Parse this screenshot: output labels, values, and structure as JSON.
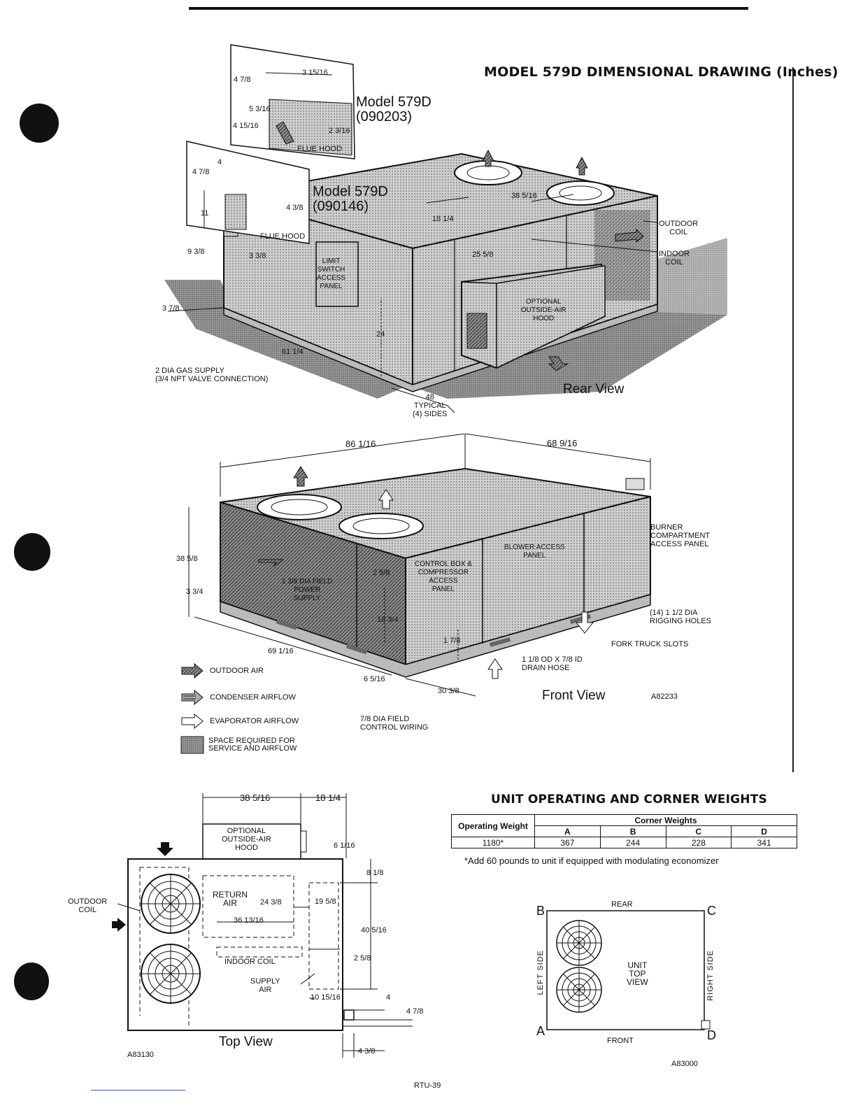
{
  "page": {
    "title": "MODEL 579D DIMENSIONAL DRAWING (Inches)",
    "page_number": "RTU-39"
  },
  "rear_view": {
    "view_title": "Rear View",
    "model_a_line1": "Model 579D",
    "model_a_line2": "(090203)",
    "model_b_line1": "Model 579D",
    "model_b_line2": "(090146)",
    "flue_hood": "FLUE HOOD",
    "flue_hood_2": "FLUE HOOD",
    "limit_switch_panel": [
      "LIMIT",
      "SWITCH",
      "ACCESS",
      "PANEL"
    ],
    "outdoor_coil": [
      "OUTDOOR",
      "COIL"
    ],
    "indoor_coil": [
      "INDOOR",
      "COIL"
    ],
    "optional_hood": [
      "OPTIONAL",
      "OUTSIDE-AIR",
      "HOOD"
    ],
    "gas_supply": [
      "2 DIA GAS SUPPLY",
      "(3/4 NPT VALVE CONNECTION)"
    ],
    "typical_sides": [
      "48",
      "TYPICAL",
      "(4) SIDES"
    ],
    "dims": {
      "d1": "4 7/8",
      "d2": "3 15/16",
      "d3": "5 3/16",
      "d4": "4 15/16",
      "d5": "2 3/16",
      "d6": "4",
      "d7": "4 7/8",
      "d8": "11",
      "d9": "4 3/8",
      "d10": "3 3/8",
      "d11": "9 3/8",
      "d12": "3 7/8",
      "d13": "61 1/4",
      "d14": "18 1/4",
      "d15": "38 5/16",
      "d16": "25 5/8",
      "d17": "24"
    }
  },
  "front_view": {
    "view_title": "Front View",
    "code": "A82233",
    "burner_panel": [
      "BURNER",
      "COMPARTMENT",
      "ACCESS PANEL"
    ],
    "blower_panel": [
      "BLOWER ACCESS",
      "PANEL"
    ],
    "control_panel": [
      "CONTROL BOX &",
      "COMPRESSOR",
      "ACCESS",
      "PANEL"
    ],
    "field_power": [
      "1 3/8 DIA FIELD",
      "POWER",
      "SUPPLY"
    ],
    "rigging": [
      "(14) 1 1/2 DIA",
      "RIGGING HOLES"
    ],
    "fork_truck": "FORK TRUCK SLOTS",
    "drain_hose": [
      "1 1/8 OD x 7/8 ID",
      "DRAIN HOSE"
    ],
    "control_wiring": [
      "7/8 DIA FIELD",
      "CONTROL WIRING"
    ],
    "dims": {
      "w1": "86 1/16",
      "w2": "68 9/16",
      "h1": "38 5/8",
      "h2": "3 3/4",
      "d1": "2 5/8",
      "d2": "18 3/4",
      "d3": "1 7/8",
      "d4": "69 1/16",
      "d5": "6 5/16",
      "d6": "30 3/8"
    }
  },
  "legend": [
    {
      "label": "OUTDOOR AIR",
      "icon": "outdoor-air-arrow"
    },
    {
      "label": "CONDENSER AIRFLOW",
      "icon": "condenser-airflow-arrow"
    },
    {
      "label": "EVAPORATOR AIRFLOW",
      "icon": "evaporator-airflow-arrow"
    },
    {
      "label": "SPACE REQUIRED FOR SERVICE AND AIRFLOW",
      "icon": "service-space-swatch"
    }
  ],
  "top_view": {
    "view_title": "Top View",
    "code": "A83130",
    "optional_hood": [
      "OPTIONAL",
      "OUTSIDE-AIR",
      "HOOD"
    ],
    "outdoor_coil": [
      "OUTDOOR",
      "COIL"
    ],
    "return_air": [
      "RETURN",
      "AIR"
    ],
    "indoor_coil": "INDOOR COIL",
    "supply_air": [
      "SUPPLY",
      "AIR"
    ],
    "dims": {
      "t1": "38 5/16",
      "t2": "18 1/4",
      "t3": "6 1/16",
      "t4": "8 1/8",
      "t5": "24 3/8",
      "t6": "19 5/8",
      "t7": "36 13/16",
      "t8": "40 5/16",
      "t9": "2 5/8",
      "t10": "10 15/16",
      "t11": "4",
      "t12": "4 7/8",
      "t13": "4 3/8"
    }
  },
  "weights": {
    "title": "UNIT OPERATING AND CORNER WEIGHTS",
    "col_operating": "Operating Weight",
    "col_corner": "Corner Weights",
    "col_a": "A",
    "col_b": "B",
    "col_c": "C",
    "col_d": "D",
    "operating": "1180*",
    "a": "367",
    "b": "244",
    "c": "228",
    "d": "341",
    "note": "*Add 60 pounds to unit if equipped with modulating economizer"
  },
  "corner_diagram": {
    "code": "A83000",
    "rear": "REAR",
    "front": "FRONT",
    "left_side": "LEFT SIDE",
    "right_side": "RIGHT SIDE",
    "center": [
      "UNIT",
      "TOP",
      "VIEW"
    ],
    "corner_a": "A",
    "corner_b": "B",
    "corner_c": "C",
    "corner_d": "D"
  }
}
